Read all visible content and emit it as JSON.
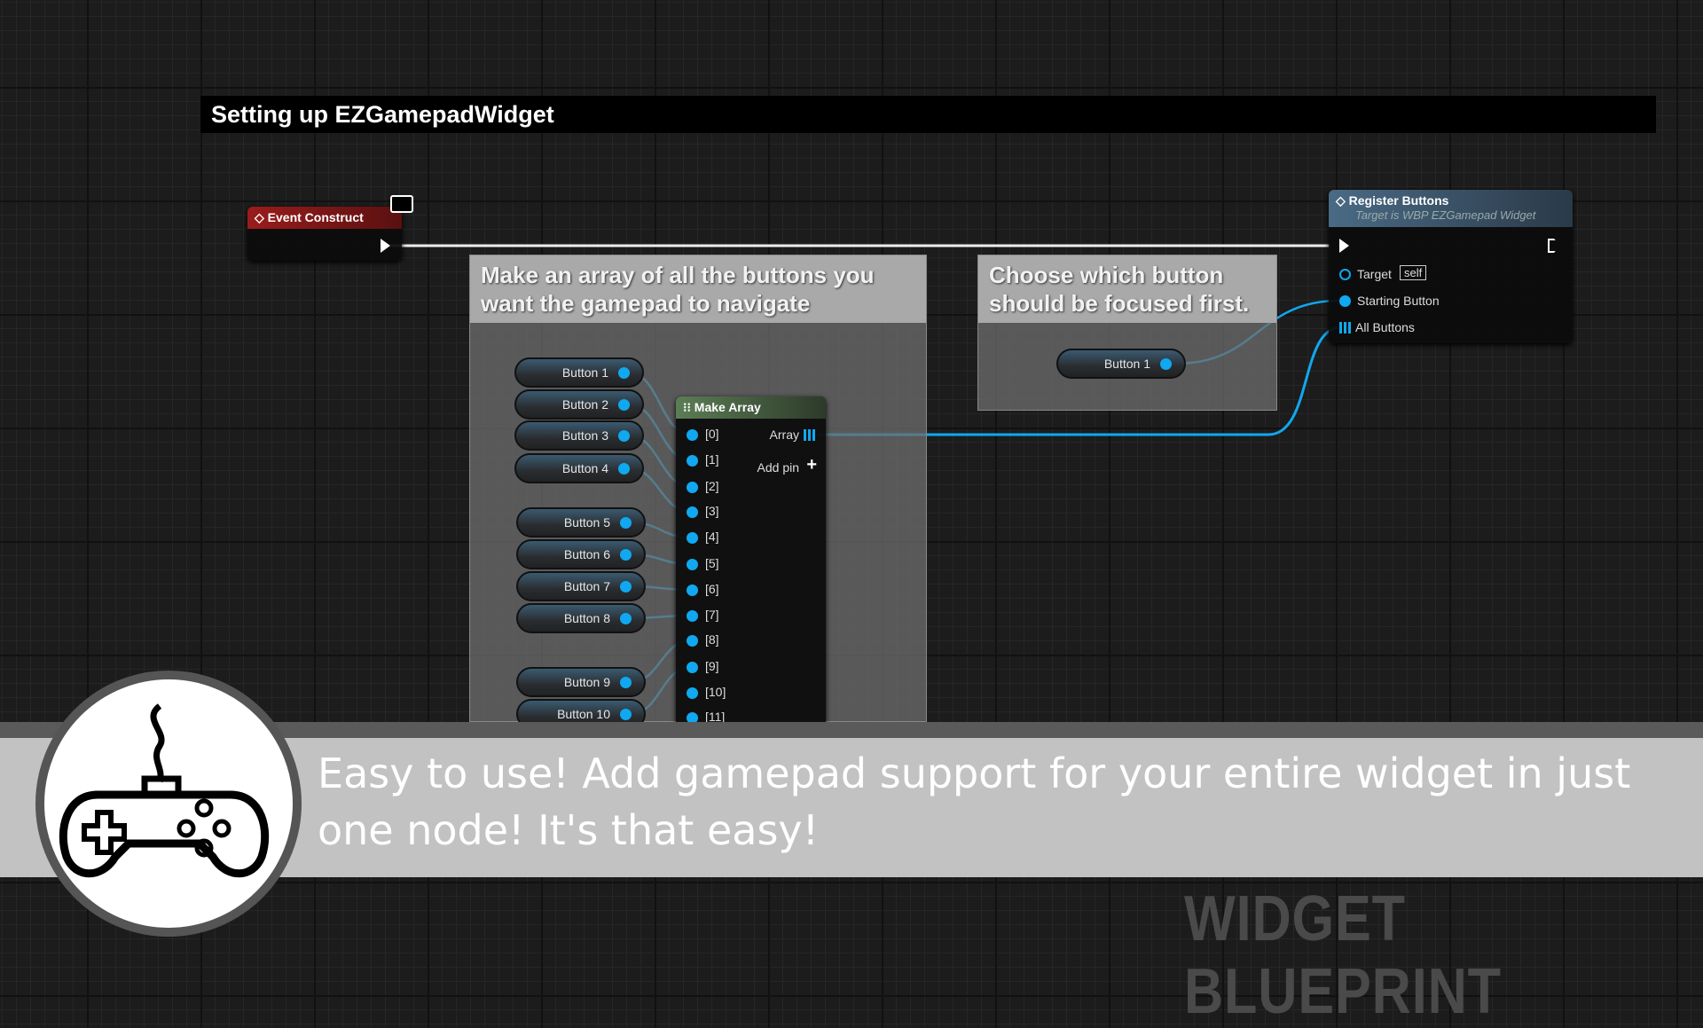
{
  "title": "Setting up EZGamepadWidget",
  "event_node": {
    "title": "Event Construct"
  },
  "comments": [
    {
      "text": "Make an array of all the buttons you want the gamepad to navigate"
    },
    {
      "text": "Choose which button should be focused first."
    }
  ],
  "buttons": [
    "Button 1",
    "Button 2",
    "Button 3",
    "Button 4",
    "Button 5",
    "Button 6",
    "Button 7",
    "Button 8",
    "Button 9",
    "Button 10"
  ],
  "make_array": {
    "title": "Make Array",
    "pins": [
      "[0]",
      "[1]",
      "[2]",
      "[3]",
      "[4]",
      "[5]",
      "[6]",
      "[7]",
      "[8]",
      "[9]",
      "[10]",
      "[11]"
    ],
    "output": "Array",
    "add_pin": "Add pin"
  },
  "focus_button": "Button 1",
  "register_node": {
    "title": "Register Buttons",
    "subtitle": "Target is WBP EZGamepad Widget",
    "target": "Target",
    "target_value": "self",
    "starting": "Starting Button",
    "all": "All Buttons"
  },
  "banner": {
    "text": "Easy to use! Add gamepad support for your entire widget in just one node! It's that easy!"
  },
  "watermark": "WIDGET BLUEPRINT",
  "colors": {
    "object_pin": "#10a8f0",
    "event_header": "#8a1a1a",
    "function_header": "#3c5a72",
    "make_array_header": "#4a6a45"
  }
}
